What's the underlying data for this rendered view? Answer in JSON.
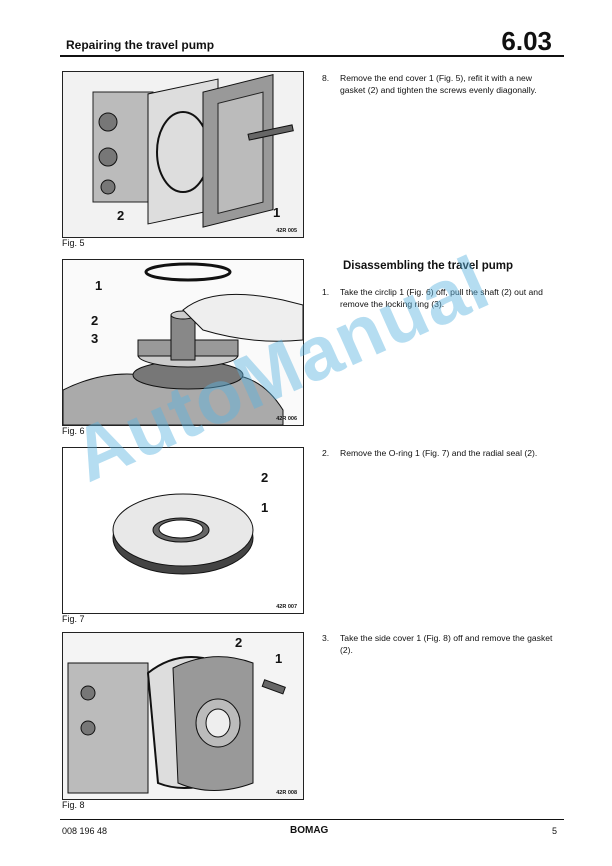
{
  "header": {
    "title": "Repairing the travel pump",
    "section": "6.03"
  },
  "figures": [
    {
      "caption": "Fig. 5",
      "code": "42R 005",
      "callouts": [
        "2",
        "1"
      ]
    },
    {
      "caption": "Fig. 6",
      "code": "42R 006",
      "callouts": [
        "1",
        "2",
        "3"
      ]
    },
    {
      "caption": "Fig. 7",
      "code": "42R 007",
      "callouts": [
        "2",
        "1"
      ]
    },
    {
      "caption": "Fig. 8",
      "code": "42R 008",
      "callouts": [
        "2",
        "1"
      ]
    }
  ],
  "steps": [
    {
      "num": "8.",
      "text": "Remove the end cover 1 (Fig. 5), refit it with a new gasket (2) and tighten the screws evenly diagonally."
    },
    {
      "num": "1.",
      "text": "Take the circlip 1 (Fig. 6) off, pull the shaft (2) out and remove the locking ring (3)."
    },
    {
      "num": "2.",
      "text": "Remove the O-ring 1 (Fig. 7) and the radial seal (2)."
    },
    {
      "num": "3.",
      "text": "Take the side cover 1 (Fig. 8) off and remove the gasket (2)."
    }
  ],
  "subheading": "Disassembling the travel pump",
  "footer": {
    "doc_number": "008 196 48",
    "brand": "BOMAG",
    "page": "5"
  },
  "watermark": "AutoManual",
  "colors": {
    "watermark": "#5ab4e1"
  }
}
